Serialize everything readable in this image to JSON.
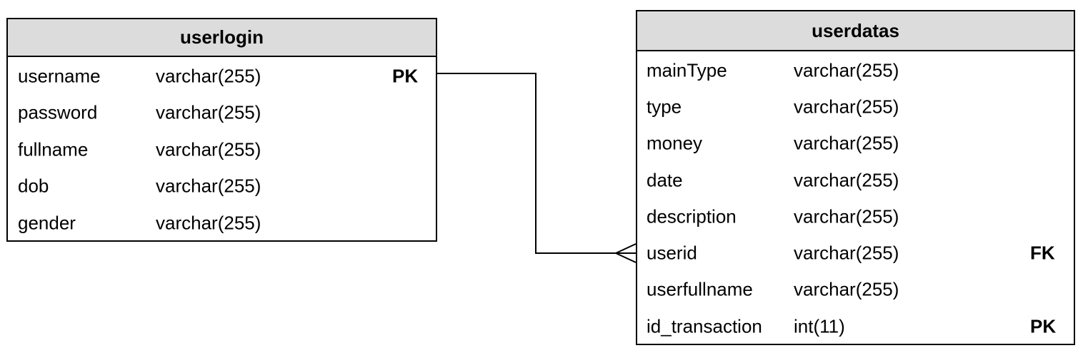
{
  "entities": {
    "userlogin": {
      "title": "userlogin",
      "fields": [
        {
          "name": "username",
          "type": "varchar(255)",
          "key": "PK"
        },
        {
          "name": "password",
          "type": "varchar(255)",
          "key": ""
        },
        {
          "name": "fullname",
          "type": "varchar(255)",
          "key": ""
        },
        {
          "name": "dob",
          "type": "varchar(255)",
          "key": ""
        },
        {
          "name": "gender",
          "type": "varchar(255)",
          "key": ""
        }
      ]
    },
    "userdatas": {
      "title": "userdatas",
      "fields": [
        {
          "name": "mainType",
          "type": "varchar(255)",
          "key": ""
        },
        {
          "name": "type",
          "type": "varchar(255)",
          "key": ""
        },
        {
          "name": "money",
          "type": "varchar(255)",
          "key": ""
        },
        {
          "name": "date",
          "type": "varchar(255)",
          "key": ""
        },
        {
          "name": "description",
          "type": "varchar(255)",
          "key": ""
        },
        {
          "name": "userid",
          "type": "varchar(255)",
          "key": "FK"
        },
        {
          "name": "userfullname",
          "type": "varchar(255)",
          "key": ""
        },
        {
          "name": "id_transaction",
          "type": "int(11)",
          "key": "PK"
        }
      ]
    }
  },
  "relationship": {
    "from": "userlogin.username",
    "to": "userdatas.userid",
    "from_cardinality": "one",
    "to_cardinality": "many"
  }
}
